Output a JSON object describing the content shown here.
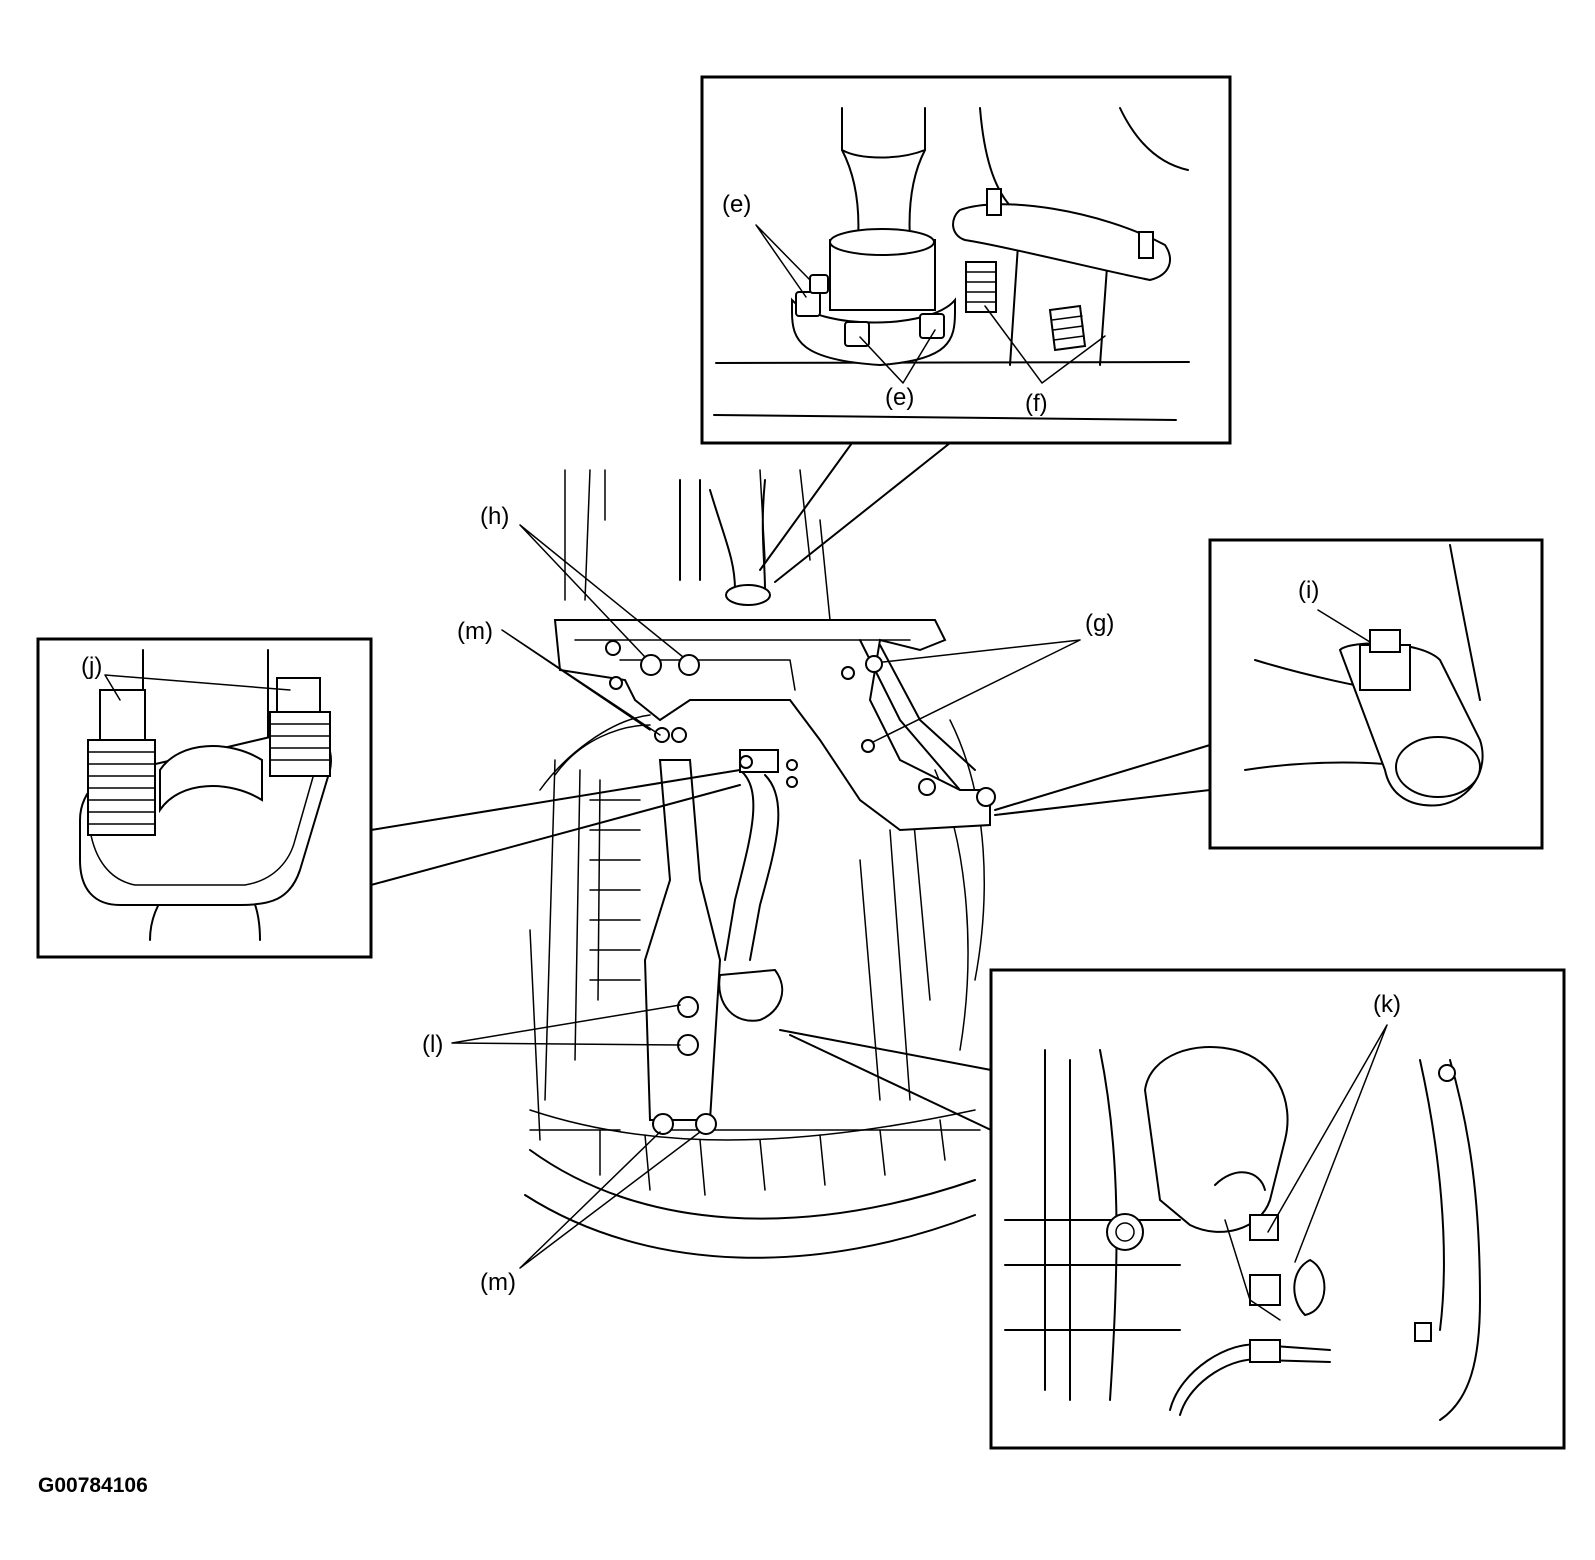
{
  "figure_id": "G00784106",
  "callouts": {
    "e_upper": "(e)",
    "e_lower": "(e)",
    "f": "(f)",
    "g": "(g)",
    "h": "(h)",
    "i": "(i)",
    "j": "(j)",
    "k": "(k)",
    "l": "(l)",
    "m_upper": "(m)",
    "m_lower": "(m)"
  }
}
